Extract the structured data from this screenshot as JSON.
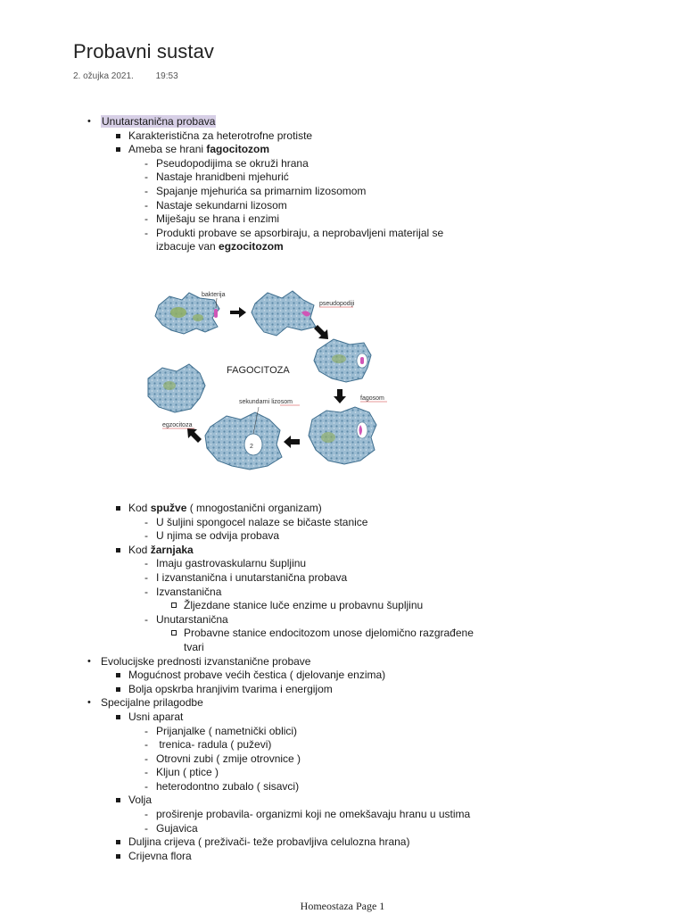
{
  "page": {
    "title": "Probavni sustav",
    "date": "2. ožujka 2021.",
    "time": "19:53"
  },
  "notes": {
    "l1": "Unutarstanična probava",
    "l2": "Karakteristična za heterotrofne protiste",
    "l3a": "Ameba se hrani ",
    "l3b": "fagocitozom",
    "l4": "Pseudopodijima se okruži hrana",
    "l5": "Nastaje hranidbeni mjehurić",
    "l6": "Spajanje mjehurića sa primarnim lizosomom",
    "l7": "Nastaje sekundarni lizosom",
    "l8": "Miješaju se hrana i enzimi",
    "l9": "Produkti probave se apsorbiraju, a neprobavljeni materijal se",
    "l10a": "izbacuje van ",
    "l10b": "egzocitozom",
    "l11a": "Kod ",
    "l11b": "spužve",
    "l11c": " ( mnogostanični organizam)",
    "l12": "U šuljini spongocel nalaze se bičaste stanice",
    "l13": "U njima se odvija probava",
    "l14a": "Kod ",
    "l14b": "žarnjaka",
    "l15": "Imaju gastrovaskularnu šupljinu",
    "l16": "I izvanstanična i unutarstanična probava",
    "l17": "Izvanstanična",
    "l18": "Žljezdane stanice luče enzime u probavnu šupljinu",
    "l19": "Unutarstanična",
    "l20": "Probavne stanice endocitozom unose djelomično razgrađene",
    "l21": "tvari",
    "l22": "Evolucijske prednosti izvanstanične probave",
    "l23": "Mogućnost probave većih čestica ( djelovanje enzima)",
    "l24": "Bolja opskrba hranjivim tvarima i energijom",
    "l25": "Specijalne prilagodbe",
    "l26": "Usni aparat",
    "l27": "Prijanjalke ( nametnički oblici)",
    "l28": " trenica- radula ( puževi)",
    "l29": "Otrovni zubi ( zmije otrovnice )",
    "l30": "Kljun ( ptice )",
    "l31": "heterodontno zubalo ( sisavci)",
    "l32": "Volja",
    "l33": "proširenje probavila- organizmi koji ne omekšavaju hranu u ustima",
    "l34": "Gujavica",
    "l35": "Duljina crijeva ( preživači- teže probavljiva celulozna hrana)",
    "l36": "Crijevna flora"
  },
  "figure": {
    "title": "FAGOCITOZA",
    "labels": {
      "bakterija": "bakterija",
      "pseudopodiji": "pseudopodiji",
      "fagosom": "fagosom",
      "sekundarni": "sekundarni lizosom",
      "egzocitoza": "egzocitoza"
    },
    "colors": {
      "cell": "#8fb0c8",
      "cell_dark": "#3f6e8e",
      "bacteria": "#d056b6",
      "inclusion": "#8fae5c"
    }
  },
  "footer": {
    "text": "Homeostaza Page 1"
  }
}
